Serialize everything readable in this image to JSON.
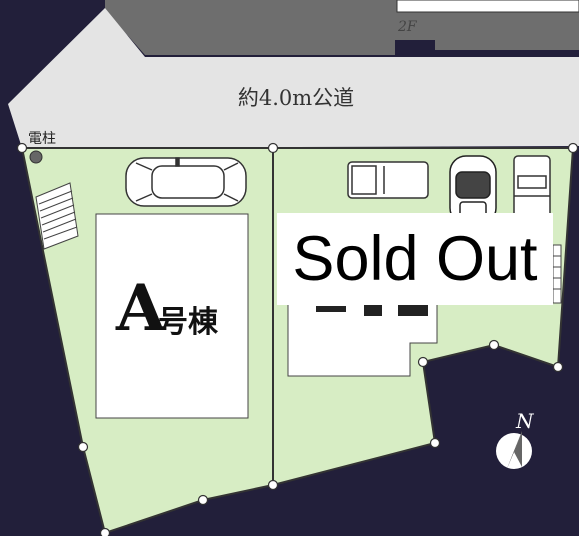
{
  "road": {
    "label": "約4.0m公道"
  },
  "utility_pole": {
    "label": "電柱"
  },
  "neighbor": {
    "floor_label": "2F"
  },
  "lot_a": {
    "letter": "A",
    "suffix": "号棟"
  },
  "lot_b": {
    "status_label": "Sold Out"
  },
  "compass": {
    "label": "N"
  },
  "colors": {
    "background": "#221f3a",
    "road": "#e3e3e3",
    "building": "#737373",
    "lot": "#d6eec2",
    "house": "#ffffff",
    "outline": "#333333"
  }
}
